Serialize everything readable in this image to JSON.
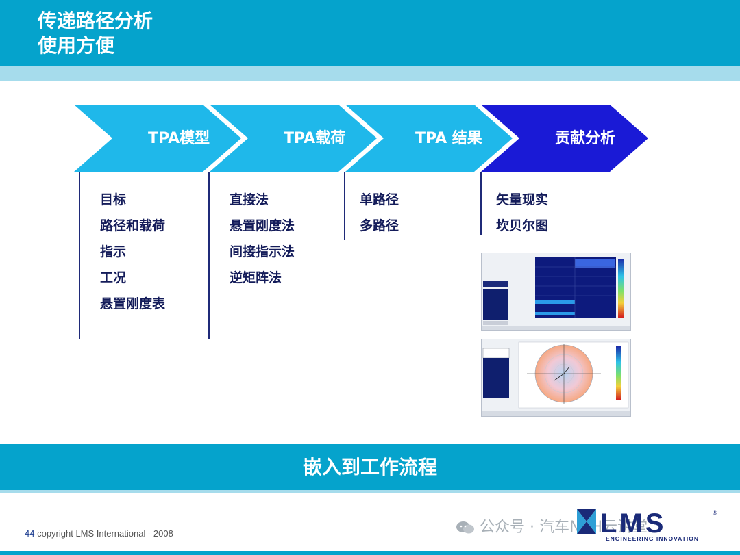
{
  "header": {
    "title_line1": "传递路径分析",
    "title_line2": "使用方便"
  },
  "stages": [
    {
      "label": "TPA模型",
      "items": [
        "目标",
        "路径和载荷",
        "指示",
        "工况",
        "悬置刚度表"
      ]
    },
    {
      "label": "TPA载荷",
      "items": [
        "直接法",
        "悬置刚度法",
        "间接指示法",
        "逆矩阵法"
      ]
    },
    {
      "label": "TPA 结果",
      "items": [
        "单路径",
        "多路径"
      ]
    },
    {
      "label": "贡献分析",
      "items": [
        "矢量现实",
        "坎贝尔图"
      ]
    }
  ],
  "footer": {
    "banner_text": "嵌入到工作流程",
    "page_number": "44",
    "copyright": "copyright LMS International - 2008"
  },
  "watermark": "公众号 · 汽车NVH云讲堂",
  "logo": {
    "brand": "LMS",
    "tagline": "ENGINEERING INNOVATION"
  },
  "colors": {
    "header_blue": "#05a3cc",
    "light_strip": "#a6dcec",
    "chevron_cyan": "#1fb8ea",
    "chevron_dark": "#1a1ad6",
    "text_navy": "#141c5a"
  }
}
